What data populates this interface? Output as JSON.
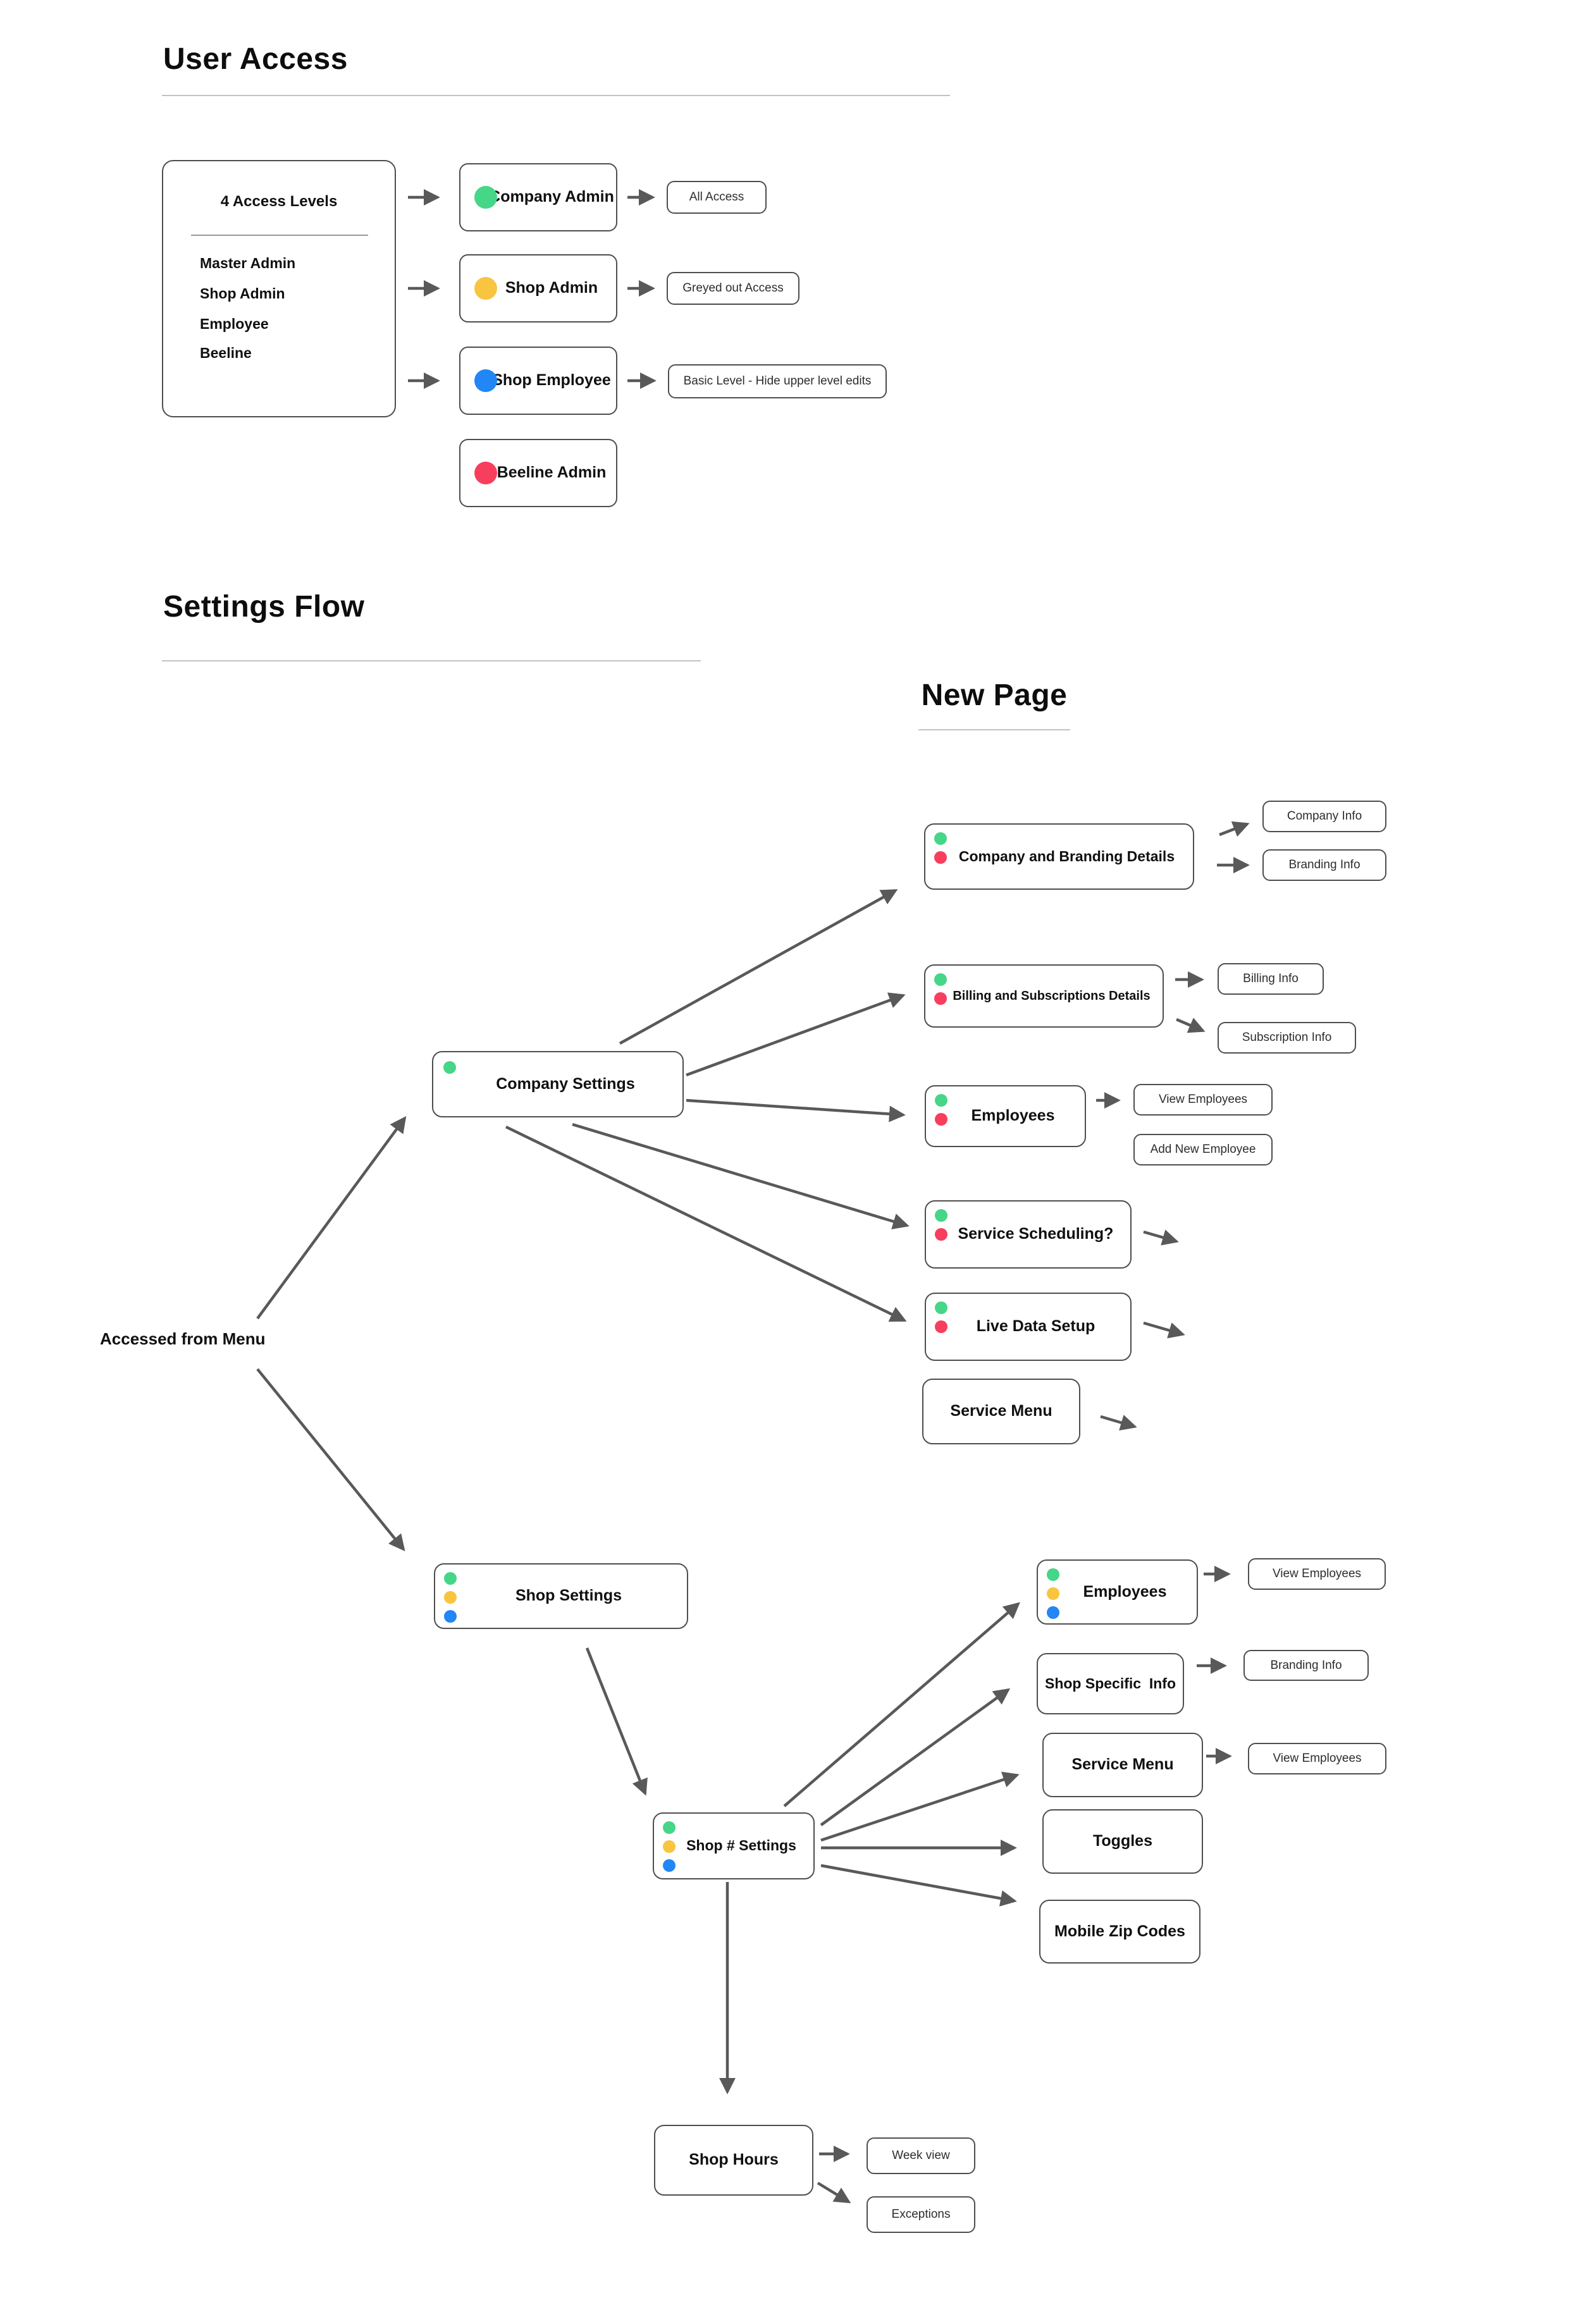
{
  "colors": {
    "green": "#45d688",
    "yellow": "#f9c440",
    "blue": "#2286f5",
    "red": "#f83e5d",
    "arrow": "#595959",
    "border": "#4e4e4e"
  },
  "user_access": {
    "title": "User Access",
    "levels_panel": {
      "heading": "4 Access Levels",
      "items": [
        "Master Admin",
        "Shop Admin",
        "Employee",
        "Beeline"
      ]
    },
    "roles": [
      {
        "label": "Company Admin",
        "dot": "green"
      },
      {
        "label": "Shop Admin",
        "dot": "yellow"
      },
      {
        "label": "Shop Employee",
        "dot": "blue"
      },
      {
        "label": "Beeline Admin",
        "dot": "red"
      }
    ],
    "access_notes": [
      "All Access",
      "Greyed out  Access",
      "Basic Level - Hide upper level edits"
    ]
  },
  "settings_flow": {
    "title": "Settings Flow",
    "new_page_title": "New Page",
    "accessed_from_menu": "Accessed from Menu",
    "nodes": {
      "company_settings": "Company Settings",
      "shop_settings": "Shop Settings",
      "shop_number_settings": "Shop # Settings",
      "shop_hours": "Shop Hours",
      "company_and_branding_details": "Company and Branding Details",
      "company_info": "Company Info",
      "branding_info": "Branding Info",
      "billing_and_subscriptions_details": "Billing and Subscriptions Details",
      "billing_info": "Billing Info",
      "subscription_info": "Subscription Info",
      "employees": "Employees",
      "view_employees": "View Employees",
      "add_new_employee": "Add New Employee",
      "service_scheduling": "Service Scheduling?",
      "live_data_setup": "Live Data Setup",
      "service_menu": "Service Menu",
      "shop_employees": "Employees",
      "shop_view_employees": "View Employees",
      "shop_specific_info": "Shop Specific  Info",
      "shop_branding_info": "Branding Info",
      "shop_service_menu": "Service Menu",
      "shop_service_view_employees": "View Employees",
      "toggles": "Toggles",
      "mobile_zip_codes": "Mobile Zip Codes",
      "week_view": "Week view",
      "exceptions": "Exceptions"
    }
  }
}
